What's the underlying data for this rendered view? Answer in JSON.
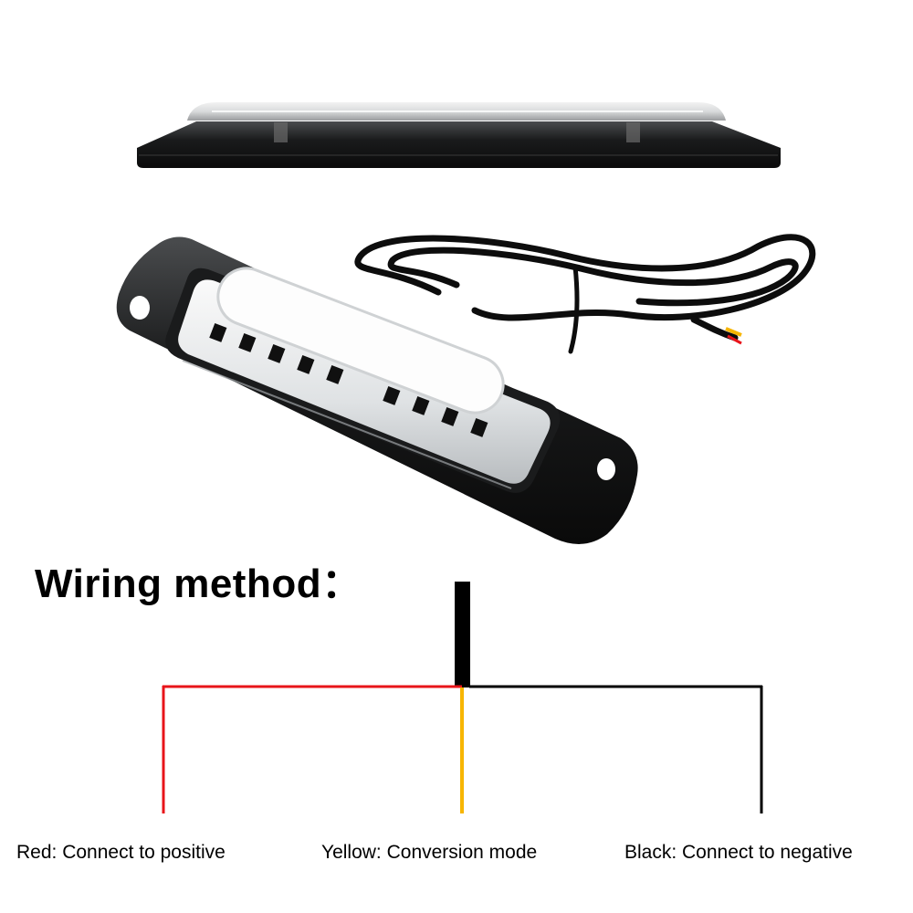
{
  "wiring": {
    "title": "Wiring method：",
    "labels": {
      "red": "Red: Connect to positive",
      "yellow": "Yellow: Conversion mode",
      "black": "Black: Connect to negative"
    }
  },
  "colors": {
    "red_wire": "#e8141a",
    "yellow_wire": "#f7b500",
    "black_wire": "#000000",
    "led_housing": "#161616",
    "led_light": "#ffffff"
  },
  "icons": [
    "led-strobe-light-top-view",
    "led-strobe-light-angled-view",
    "cable-icon"
  ]
}
